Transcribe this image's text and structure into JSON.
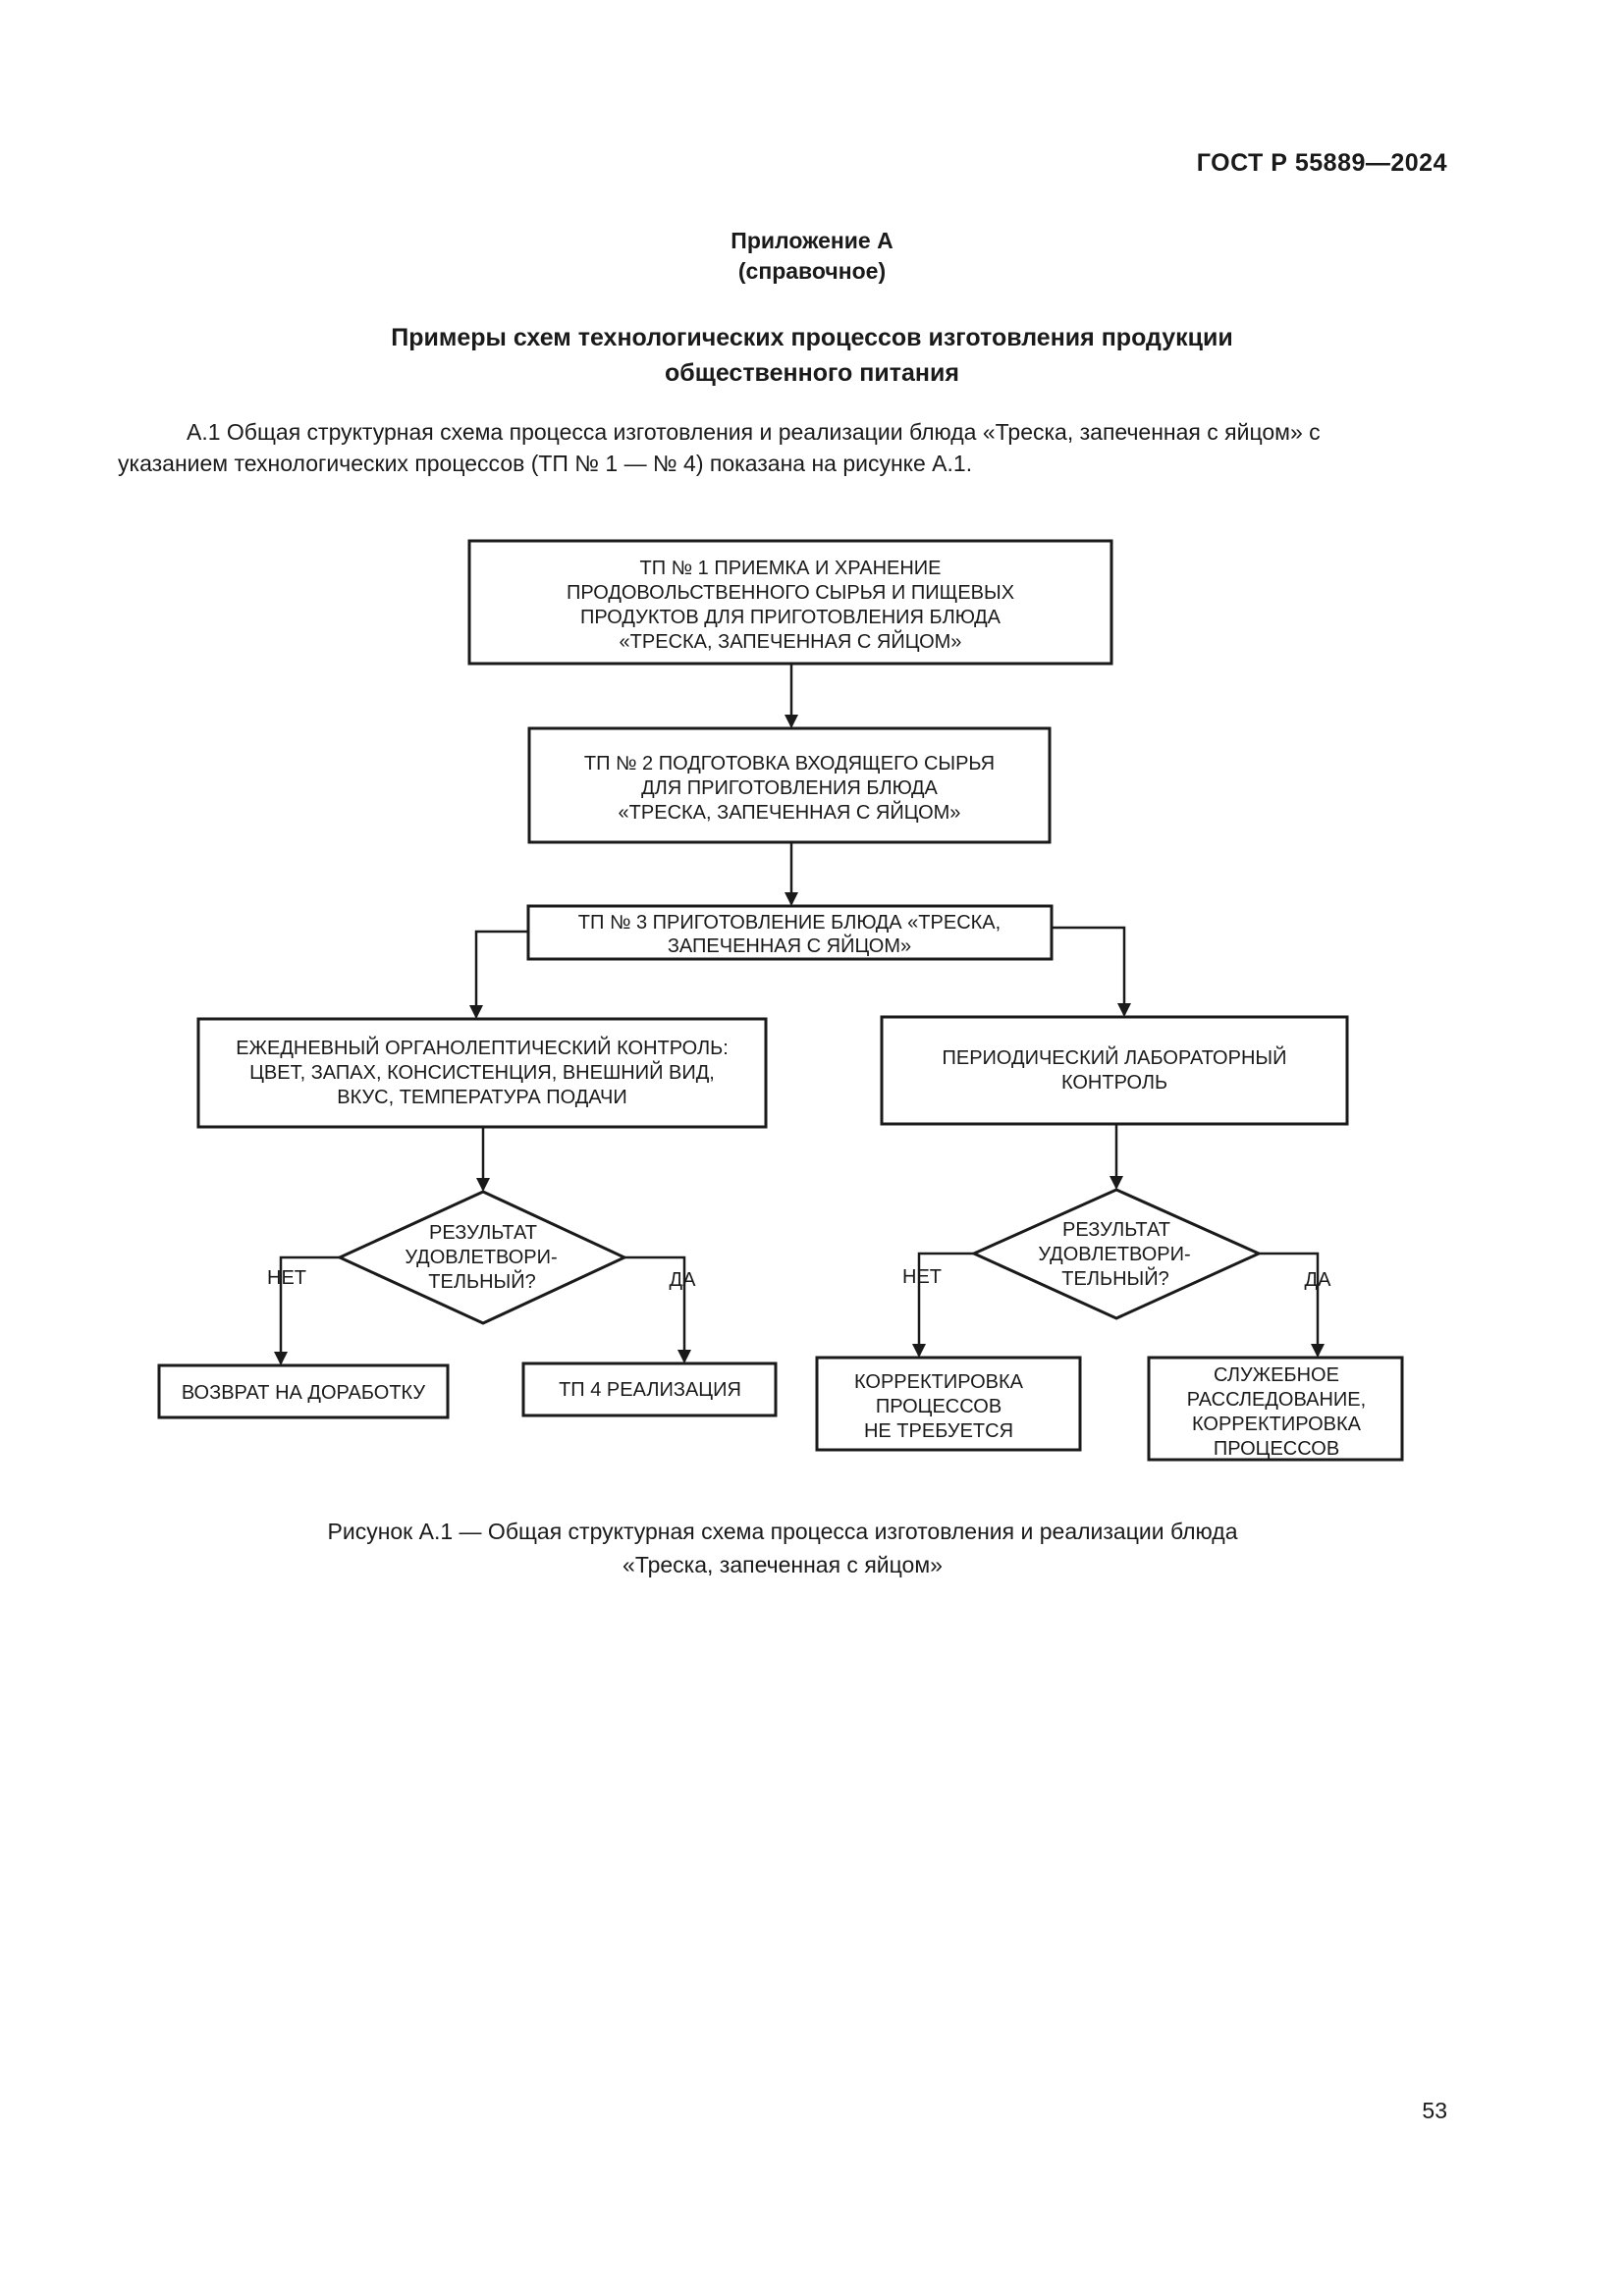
{
  "header": {
    "standard": "ГОСТ Р 55889—2024"
  },
  "annex": {
    "title": "Приложение А",
    "kind": "(справочное)"
  },
  "section_title": {
    "line1": "Примеры схем технологических процессов изготовления продукции",
    "line2": "общественного питания"
  },
  "paragraph": {
    "line1": "А.1 Общая структурная схема процесса изготовления и реализации блюда «Треска, запеченная с яйцом» с",
    "line2": "указанием технологических процессов (ТП № 1 — № 4) показана на рисунке А.1."
  },
  "flowchart": {
    "tp1": [
      "ТП № 1 ПРИЕМКА И ХРАНЕНИЕ",
      "ПРОДОВОЛЬСТВЕННОГО  СЫРЬЯ И ПИЩЕВЫХ",
      "ПРОДУКТОВ ДЛЯ ПРИГОТОВЛЕНИЯ  БЛЮДА",
      "«ТРЕСКА, ЗАПЕЧЕННАЯ С ЯЙЦОМ»"
    ],
    "tp2": [
      "ТП № 2 ПОДГОТОВКА ВХОДЯЩЕГО СЫРЬЯ",
      "ДЛЯ ПРИГОТОВЛЕНИЯ БЛЮДА",
      "«ТРЕСКА, ЗАПЕЧЕННАЯ С ЯЙЦОМ»"
    ],
    "tp3": [
      "ТП № 3 ПРИГОТОВЛЕНИЕ БЛЮДА «ТРЕСКА,",
      "ЗАПЕЧЕННАЯ С ЯЙЦОМ»"
    ],
    "organoleptic": [
      "ЕЖЕДНЕВНЫЙ ОРГАНОЛЕПТИЧЕСКИЙ КОНТРОЛЬ:",
      "ЦВЕТ, ЗАПАХ, КОНСИСТЕНЦИЯ, ВНЕШНИЙ ВИД,",
      "ВКУС, ТЕМПЕРАТУРА ПОДАЧИ"
    ],
    "laboratory": [
      "ПЕРИОДИЧЕСКИЙ ЛАБОРАТОРНЫЙ",
      "КОНТРОЛЬ"
    ],
    "decision_left": [
      "РЕЗУЛЬТАТ",
      "УДОВЛЕТВОРИ-",
      "ТЕЛЬНЫЙ?"
    ],
    "decision_right": [
      "РЕЗУЛЬТАТ",
      "УДОВЛЕТВОРИ-",
      "ТЕЛЬНЫЙ?"
    ],
    "no_label": "НЕТ",
    "yes_label": "ДА",
    "return": "ВОЗВРАТ НА ДОРАБОТКУ",
    "tp4": "ТП 4 РЕАЛИЗАЦИЯ",
    "correction_not_required": [
      "КОРРЕКТИРОВКА",
      "ПРОЦЕССОВ",
      "НЕ ТРЕБУЕТСЯ"
    ],
    "investigation": [
      "СЛУЖЕБНОЕ",
      "РАССЛЕДОВАНИЕ,",
      "КОРРЕКТИРОВКА",
      "ПРОЦЕССОВ"
    ]
  },
  "caption": {
    "line1": "Рисунок А.1 — Общая структурная схема процесса изготовления и реализации блюда",
    "line2": "«Треска, запеченная с яйцом»"
  },
  "page_number": "53"
}
